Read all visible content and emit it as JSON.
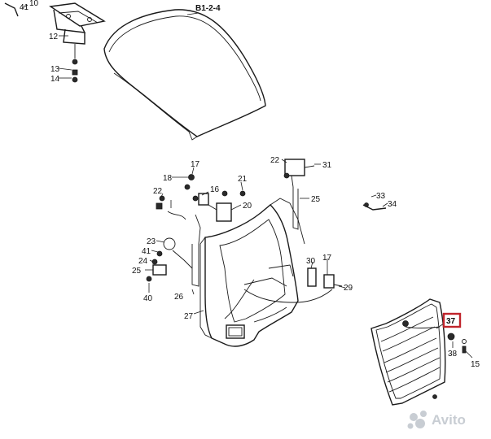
{
  "reference": "B1-2-4",
  "highlighted_part": "37",
  "labels": [
    "41",
    "10",
    "12",
    "13",
    "14",
    "17",
    "18",
    "22",
    "21",
    "16",
    "20",
    "22",
    "31",
    "25",
    "33",
    "34",
    "23",
    "41",
    "24",
    "25",
    "40",
    "26",
    "27",
    "30",
    "17",
    "29",
    "37",
    "38",
    "15"
  ],
  "watermark": "Avito"
}
